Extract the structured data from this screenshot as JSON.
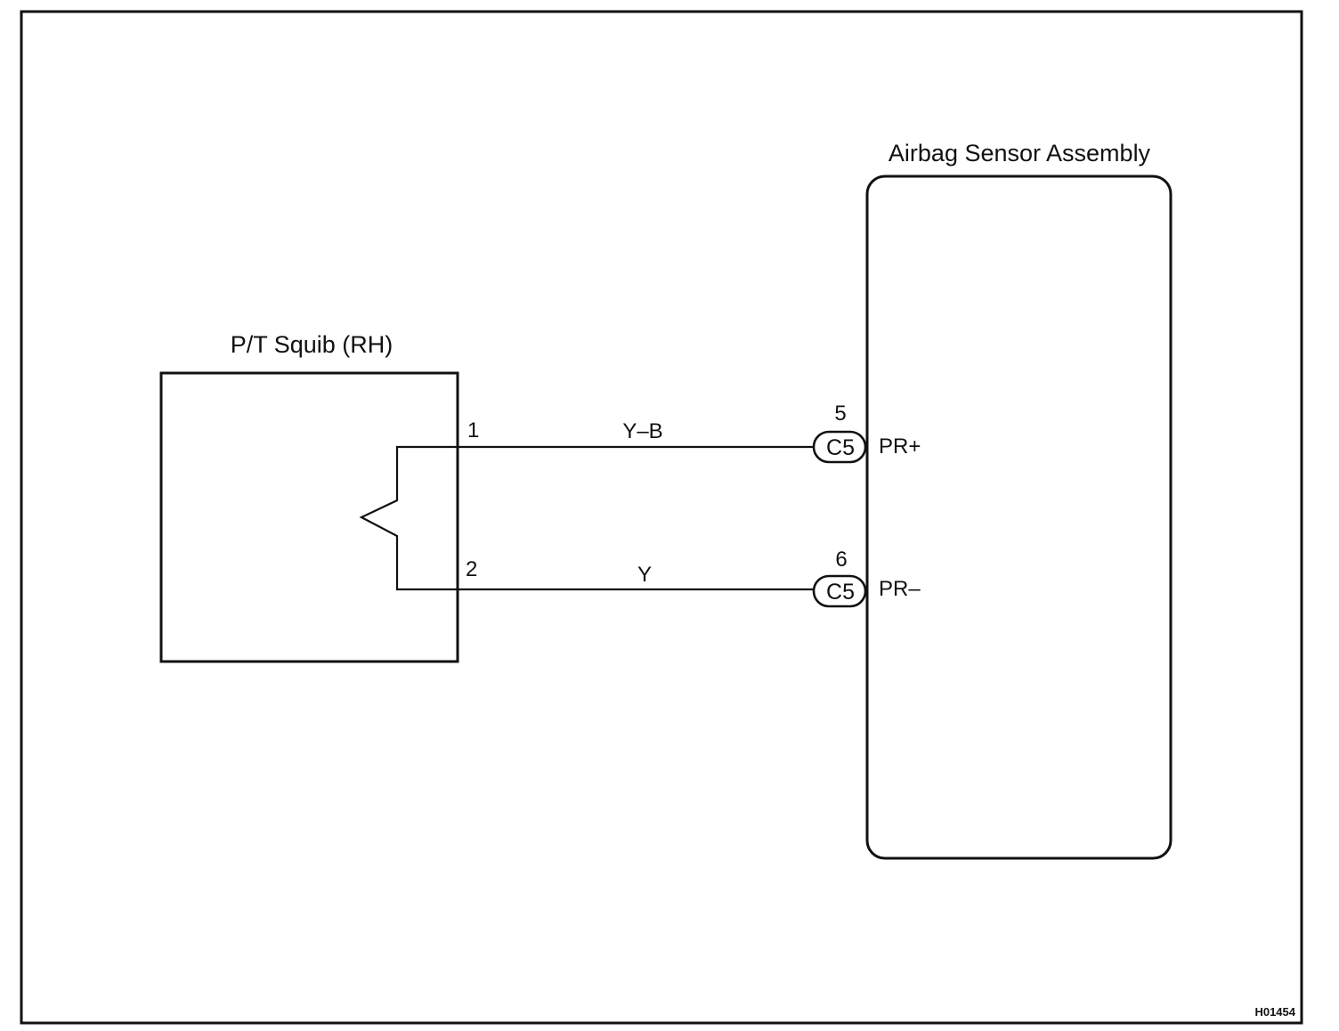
{
  "figure_id": "H01454",
  "squib": {
    "title": "P/T Squib (RH)",
    "pin1": "1",
    "pin2": "2"
  },
  "sensor": {
    "title": "Airbag Sensor Assembly",
    "terminal_pos_pin": "5",
    "terminal_pos_connector": "C5",
    "terminal_pos_label": "PR+",
    "terminal_neg_pin": "6",
    "terminal_neg_connector": "C5",
    "terminal_neg_label": "PR–"
  },
  "wires": {
    "top_color": "Y–B",
    "bottom_color": "Y"
  }
}
